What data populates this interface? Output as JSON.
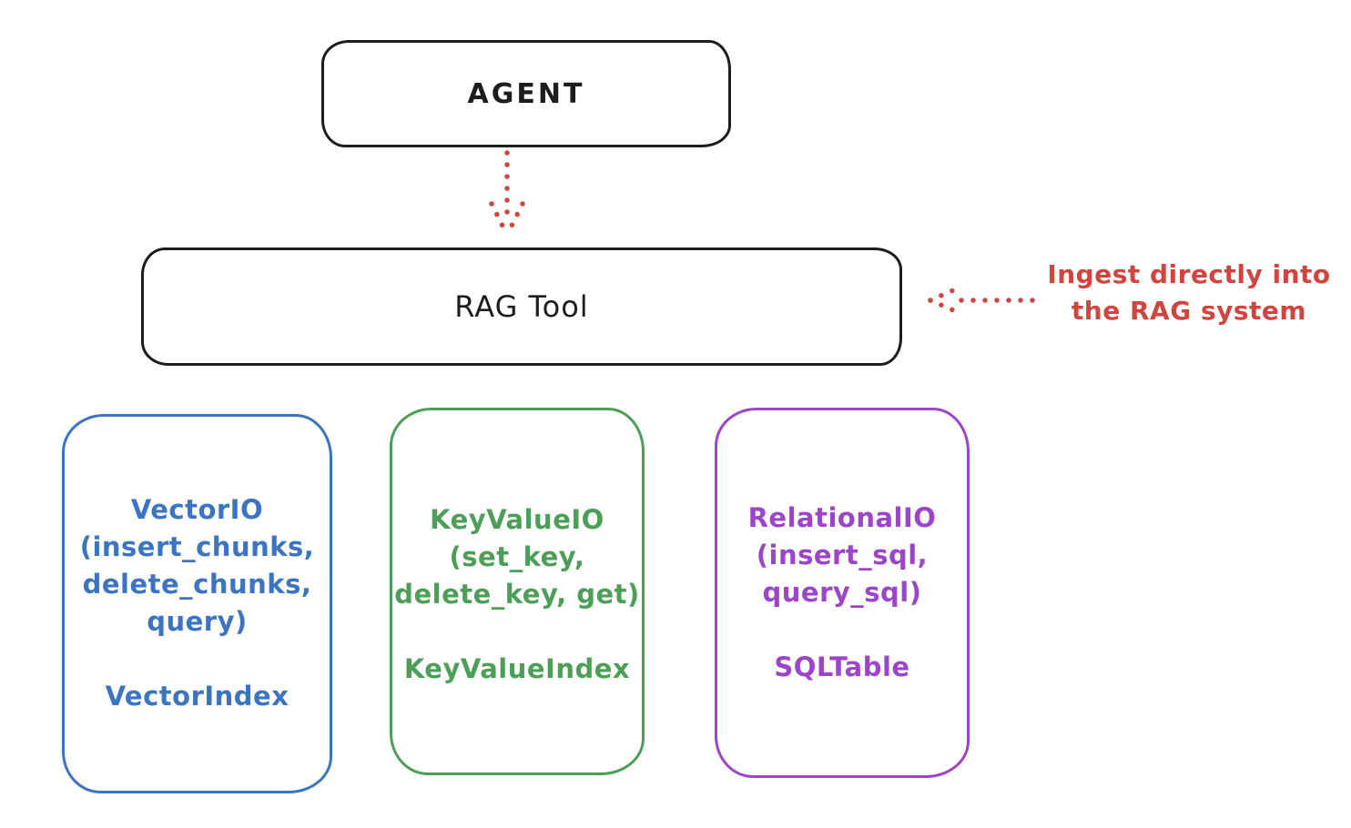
{
  "colors": {
    "bg": "#ffffff",
    "ink": "#1d1d1d",
    "red": "#d0453e",
    "blue": "#3b74c2",
    "green": "#4d9f58",
    "purple": "#9d45c9"
  },
  "nodes": {
    "agent": {
      "label": "AGENT"
    },
    "rag_tool": {
      "label": "RAG Tool"
    }
  },
  "annotation": {
    "lines": [
      "Ingest directly into",
      "the RAG system"
    ]
  },
  "cards": {
    "vector": {
      "lines": [
        "VectorIO",
        "(insert_chunks,",
        "delete_chunks,",
        "query)",
        "",
        "VectorIndex"
      ]
    },
    "keyvalue": {
      "lines": [
        "KeyValueIO",
        "(set_key,",
        "delete_key, get)",
        "",
        "KeyValueIndex"
      ]
    },
    "relational": {
      "lines": [
        "RelationalIO",
        "(insert_sql,",
        "query_sql)",
        "",
        "SQLTable"
      ]
    }
  },
  "arrows": {
    "agent_to_rag": {
      "style": "dotted",
      "direction": "down",
      "color": "#d0453e"
    },
    "annotation_to_rag": {
      "style": "dotted",
      "direction": "left",
      "color": "#d0453e"
    }
  }
}
